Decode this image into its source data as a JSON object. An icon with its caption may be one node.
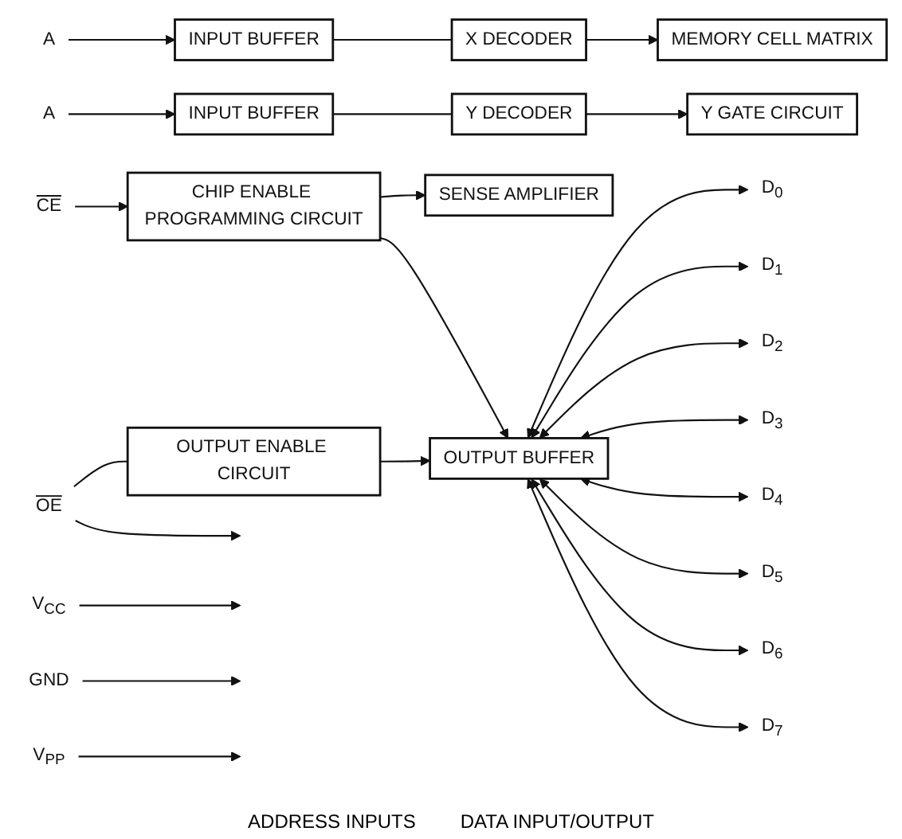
{
  "diagram": {
    "nodes": [
      {
        "text": [
          "A"
        ]
      },
      {
        "text": [
          "INPUT BUFFER"
        ]
      },
      {
        "text": [
          "X DECODER"
        ]
      },
      {
        "text": [
          "MEMORY CELL MATRIX"
        ]
      },
      {
        "text": [
          "A"
        ]
      },
      {
        "text": [
          "INPUT BUFFER"
        ]
      },
      {
        "text": [
          "Y DECODER"
        ]
      },
      {
        "text": [
          "Y GATE CIRCUIT"
        ]
      },
      {
        "text": [
          "CE"
        ]
      },
      {
        "text": [
          "CHIP ENABLE PROGRAMMING CIRCUIT"
        ]
      },
      {
        "text": [
          "SENSE AMPLIFIER"
        ]
      },
      {
        "text": [
          "OUTPUT BUFFER"
        ]
      },
      {
        "text": [
          "OUTPUT ENABLE CIRCUIT"
        ]
      },
      {
        "text": [
          "OE"
        ]
      },
      {
        "text": [
          "V$_{CC}$"
        ]
      },
      {
        "text": [
          "GND"
        ]
      },
      {
        "text": [
          "V$_{PP}$"
        ]
      },
      {
        "text": [
          "D$_{0}$"
        ]
      },
      {
        "text": [
          "D$_{1}$"
        ]
      },
      {
        "text": [
          "D$_{2}$"
        ]
      },
      {
        "text": [
          "D$_{3}$"
        ]
      },
      {
        "text": [
          "D$_{4}$"
        ]
      },
      {
        "text": [
          "D$_{5}$"
        ]
      },
      {
        "text": [
          "D$_{6}$"
        ]
      },
      {
        "text": [
          "D$_{7}$"
        ]
      }
    ],
    "edges": [
      {
        "from": 0,
        "to": 1,
        "arrow": "to"
      },
      {
        "from": 1,
        "to": 2,
        "arrow": "none"
      },
      {
        "from": 2,
        "to": 3,
        "arrow": "to"
      },
      {
        "from": 4,
        "to": 5,
        "arrow": "to"
      },
      {
        "from": 5,
        "to": 6,
        "arrow": "none"
      },
      {
        "from": 6,
        "to": 7,
        "arrow": "to"
      },
      {
        "from": 8,
        "to": 9,
        "arrow": "to"
      },
      {
        "from": 9,
        "to": 10,
        "arrow": "to"
      },
      {
        "from": 9,
        "to": 11,
        "arrow": "to"
      },
      {
        "from": 13,
        "to": 12,
        "arrow": "none"
      },
      {
        "from": 12,
        "to": 11,
        "arrow": "to"
      },
      {
        "from": 13,
        "to": null,
        "arrow": "to"
      },
      {
        "from": 14,
        "to": null,
        "arrow": "to"
      },
      {
        "from": 15,
        "to": null,
        "arrow": "to"
      },
      {
        "from": 16,
        "to": null,
        "arrow": "to"
      },
      {
        "from": 11,
        "to": 17,
        "arrow": "both"
      },
      {
        "from": 11,
        "to": 18,
        "arrow": "both"
      },
      {
        "from": 11,
        "to": 19,
        "arrow": "both"
      },
      {
        "from": 11,
        "to": 20,
        "arrow": "both"
      },
      {
        "from": 11,
        "to": 21,
        "arrow": "both"
      },
      {
        "from": 11,
        "to": 22,
        "arrow": "both"
      },
      {
        "from": 11,
        "to": 23,
        "arrow": "both"
      },
      {
        "from": 11,
        "to": 24,
        "arrow": "both"
      }
    ],
    "labels": [
      "ADDRESS INPUTS",
      "DATA INPUT/OUTPUT"
    ]
  }
}
